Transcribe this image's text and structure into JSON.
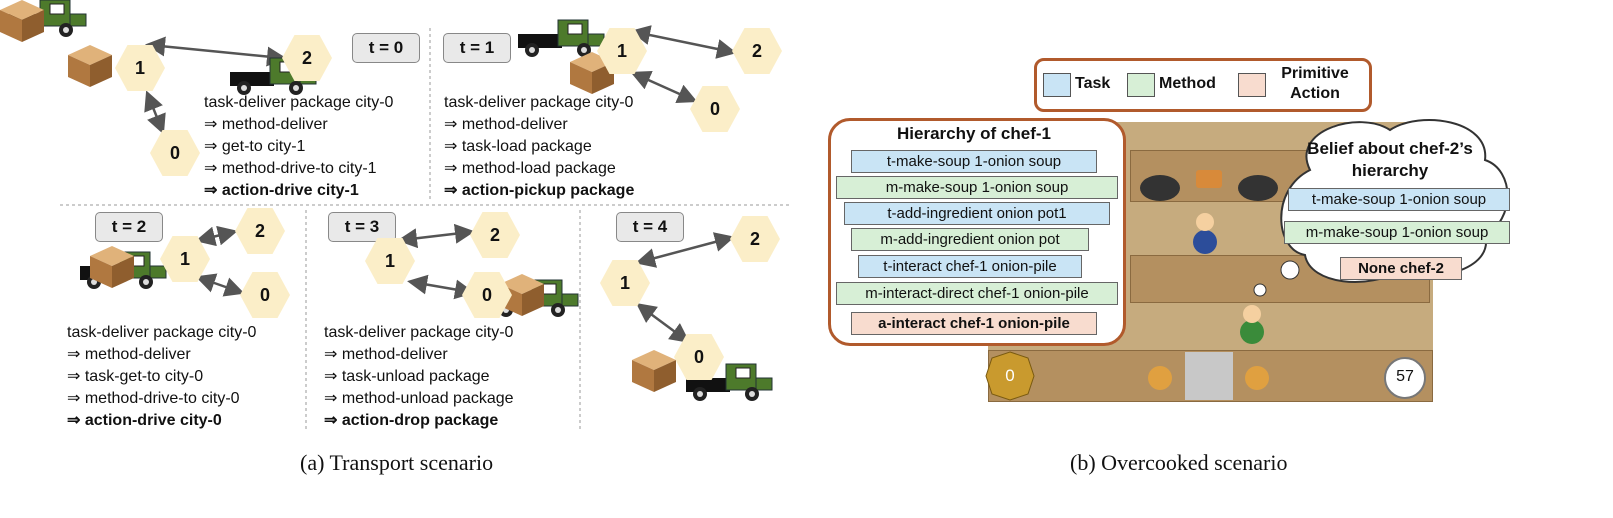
{
  "transport": {
    "caption": "(a) Transport scenario",
    "steps": [
      {
        "t": "t = 0",
        "nodes": [
          "1",
          "2",
          "0"
        ],
        "plan": [
          "task-deliver package city-0",
          "⇒ method-deliver",
          "⇒ get-to city-1",
          "⇒ method-drive-to city-1"
        ],
        "action": "⇒ action-drive city-1"
      },
      {
        "t": "t = 1",
        "nodes": [
          "1",
          "2",
          "0"
        ],
        "plan": [
          "task-deliver package city-0",
          "⇒ method-deliver",
          "⇒ task-load package",
          "⇒ method-load package"
        ],
        "action": "⇒ action-pickup package"
      },
      {
        "t": "t = 2",
        "nodes": [
          "2",
          "1",
          "0"
        ],
        "plan": [
          "task-deliver package city-0",
          "⇒ method-deliver",
          "⇒ task-get-to city-0",
          "⇒ method-drive-to city-0"
        ],
        "action": "⇒ action-drive city-0"
      },
      {
        "t": "t = 3",
        "nodes": [
          "2",
          "1",
          "0"
        ],
        "plan": [
          "task-deliver package city-0",
          "⇒ method-deliver",
          "⇒ task-unload package",
          "⇒ method-unload package"
        ],
        "action": "⇒ action-drop package"
      },
      {
        "t": "t = 4",
        "nodes": [
          "2",
          "1",
          "0"
        ],
        "plan": [],
        "action": ""
      }
    ]
  },
  "overcooked": {
    "caption": "(b) Overcooked scenario",
    "legend": {
      "task": "Task",
      "method": "Method",
      "primitive": "Primitive Action"
    },
    "chef1_title": "Hierarchy of chef-1",
    "chef1_items": [
      {
        "text": "t-make-soup 1-onion soup",
        "kind": "task"
      },
      {
        "text": "m-make-soup 1-onion soup",
        "kind": "method"
      },
      {
        "text": "t-add-ingredient onion pot1",
        "kind": "task"
      },
      {
        "text": "m-add-ingredient onion pot",
        "kind": "method"
      },
      {
        "text": "t-interact chef-1 onion-pile",
        "kind": "task"
      },
      {
        "text": "m-interact-direct chef-1 onion-pile",
        "kind": "method"
      },
      {
        "text": "a-interact chef-1 onion-pile",
        "kind": "prim"
      }
    ],
    "belief_title": "Belief about chef-2’s hierarchy",
    "belief_items": [
      {
        "text": "t-make-soup 1-onion soup",
        "kind": "task"
      },
      {
        "text": "m-make-soup 1-onion soup",
        "kind": "method"
      },
      {
        "text": "None chef-2",
        "kind": "prim"
      }
    ],
    "score": "0",
    "timer": "57"
  }
}
